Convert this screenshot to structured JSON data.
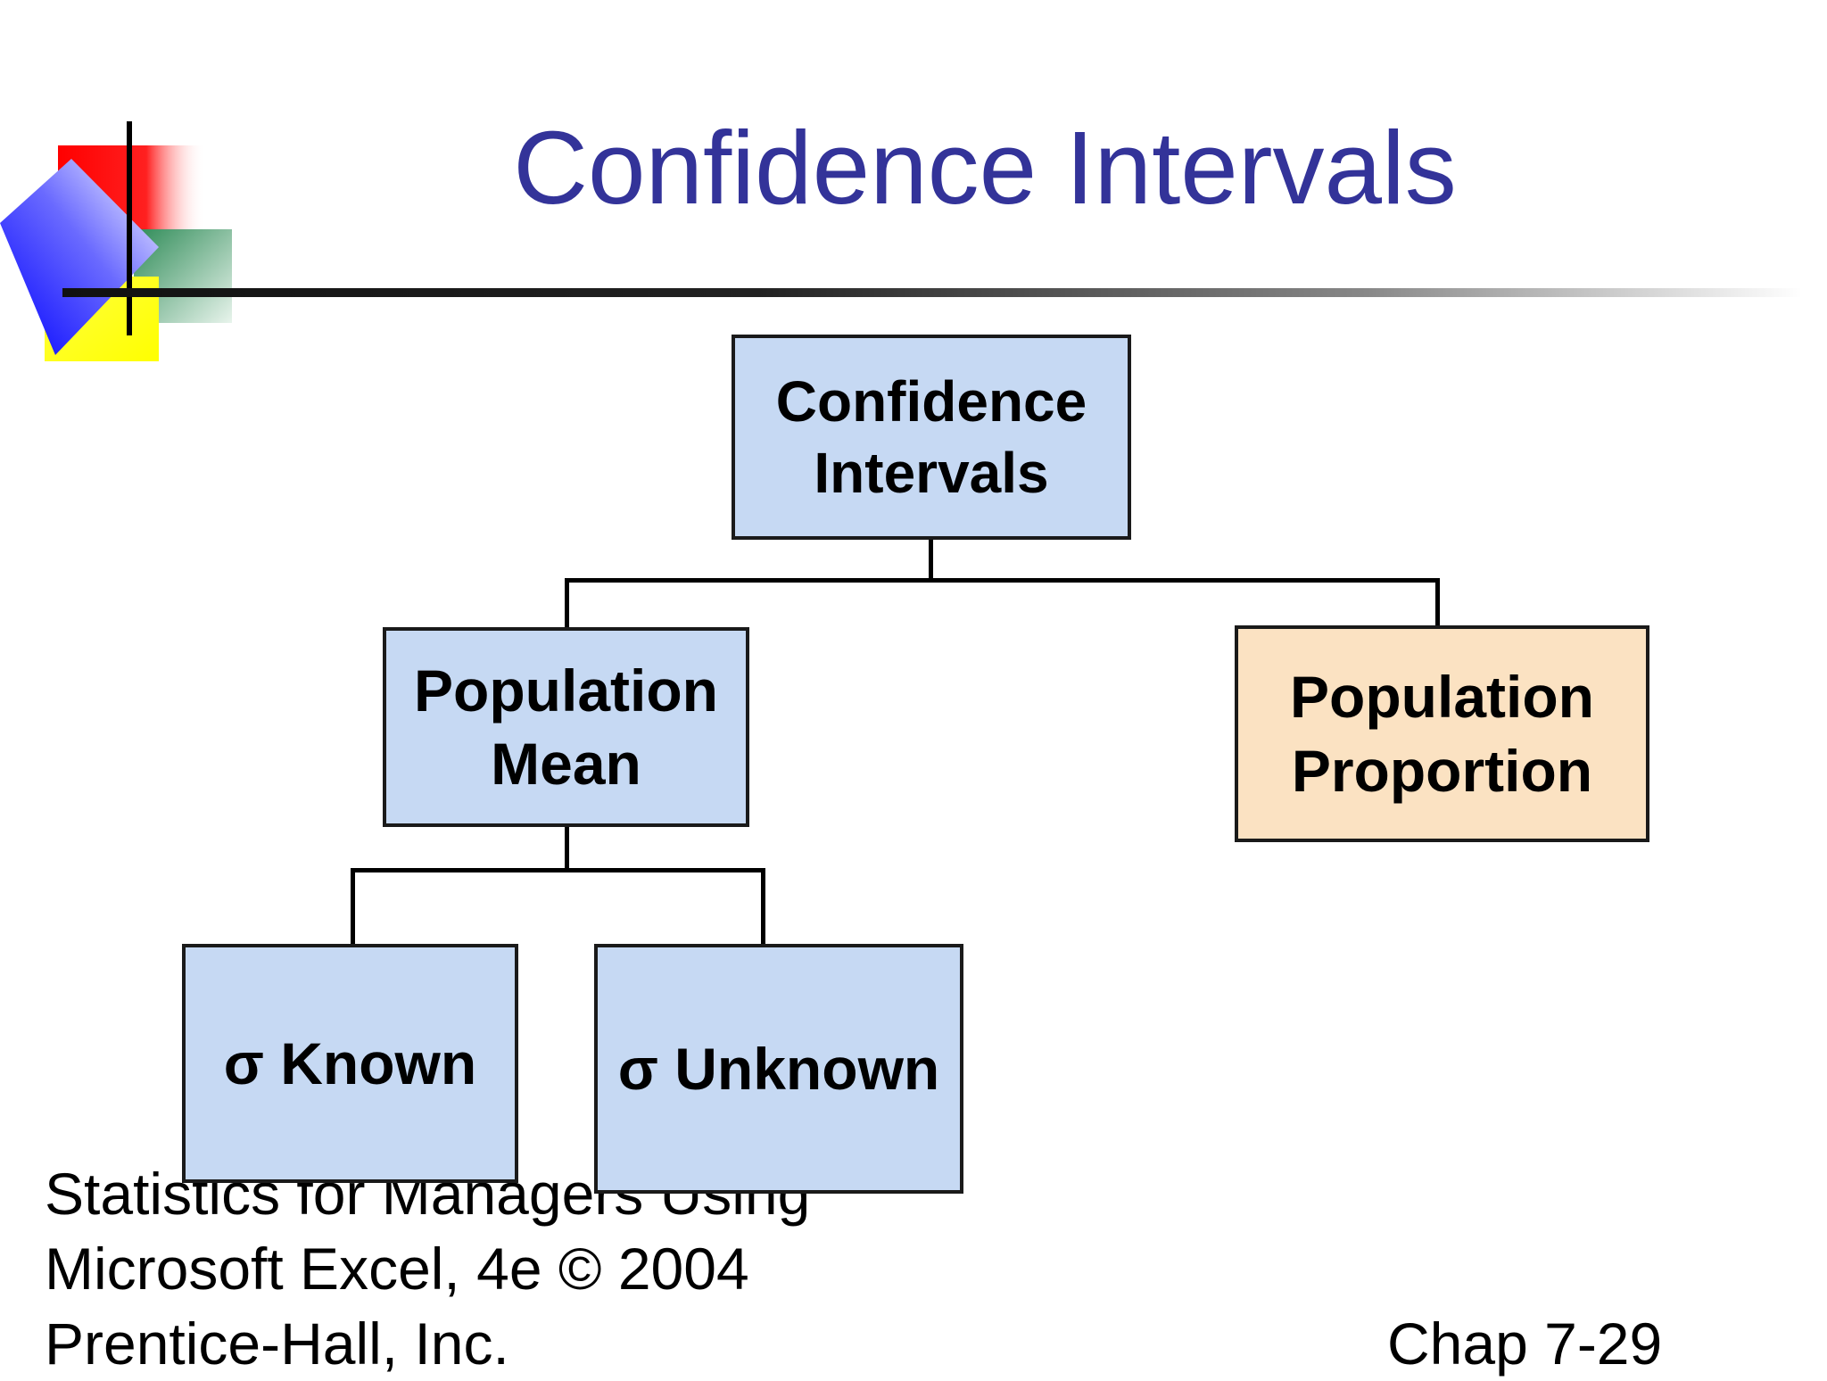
{
  "slide": {
    "title": "Confidence Intervals"
  },
  "diagram": {
    "root": {
      "line1": "Confidence",
      "line2": "Intervals"
    },
    "mean": {
      "line1": "Population",
      "line2": "Mean"
    },
    "proportion": {
      "line1": "Population",
      "line2": "Proportion"
    },
    "known": "σ Known",
    "unknown": "σ Unknown"
  },
  "footer": {
    "line1": "Statistics for Managers Using",
    "line2": "Microsoft Excel, 4e © 2004",
    "line3": "Prentice-Hall, Inc.",
    "chapter": "Chap 7-29"
  },
  "colors": {
    "title": "#333399",
    "box_blue": "#c6d9f3",
    "box_peach": "#fbe2c2"
  }
}
